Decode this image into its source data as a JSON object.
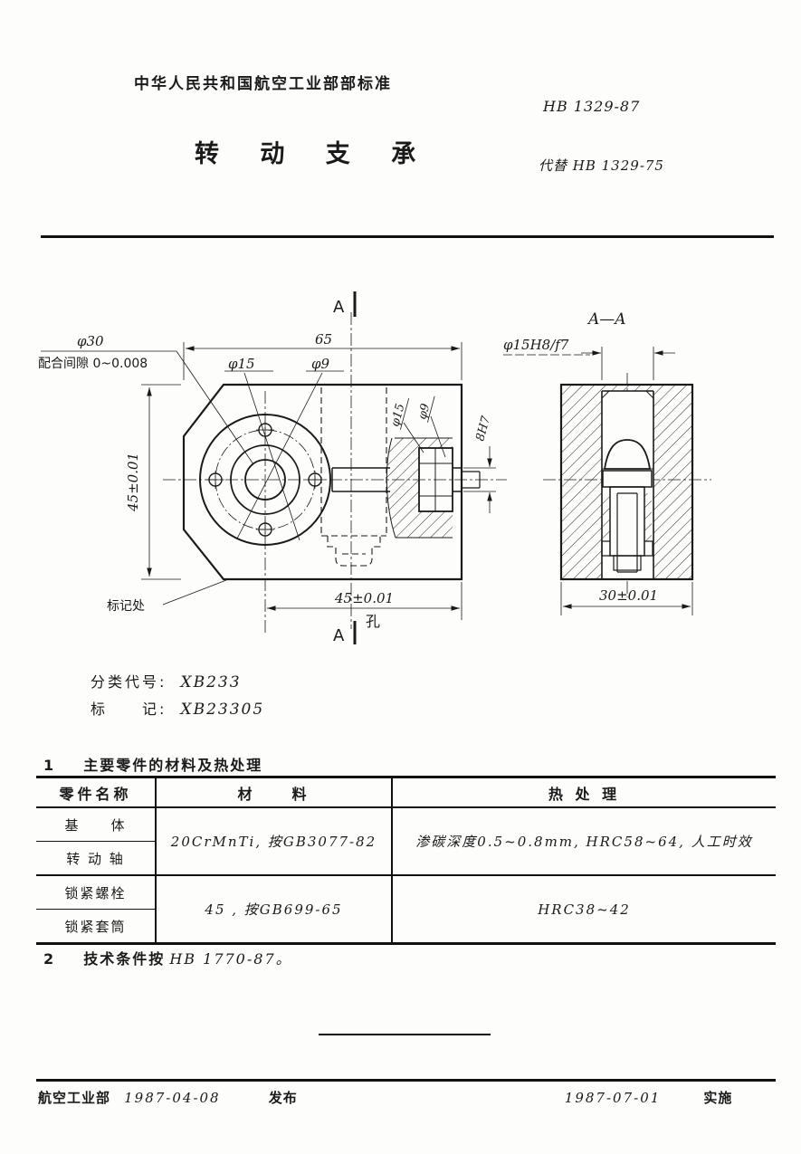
{
  "doc": {
    "header": {
      "standard_org": "中华人民共和国航空工业部部标准",
      "standard_no": "HB 1329-87",
      "title": "转 动 支 承",
      "replaces": "代替 HB 1329-75"
    },
    "drawing": {
      "section_marker_top": "A",
      "section_marker_bottom": "A",
      "section_title": "A—A",
      "labels": {
        "dia30": "φ30",
        "fit_clearance": "配合间隙 0~0.008",
        "dim65": "65",
        "dia15_top": "φ15",
        "dia9_top": "φ9",
        "dia15_side": "φ15",
        "dia9_side": "φ9",
        "hole8h7": "8H7",
        "dia15h8f7": "φ15H8/f7",
        "dim45_left": "45±0.01",
        "dim45_bottom": "45±0.01",
        "hole": "孔",
        "mark_place": "标记处",
        "dim30": "30±0.01"
      }
    },
    "classification": {
      "label": "分类代号:",
      "value": "XB233"
    },
    "marking": {
      "label": "标　　记:",
      "value": "XB23305"
    },
    "section1": {
      "no": "1",
      "title": "主要零件的材料及热处理"
    },
    "table": {
      "headers": [
        "零件名称",
        "材　　料",
        "热 处 理"
      ],
      "rows": [
        {
          "parts": [
            "基　　体",
            "转 动 轴"
          ],
          "material": "20CrMnTi, 按GB3077-82",
          "treatment": "渗碳深度0.5~0.8mm, HRC58~64, 人工时效"
        },
        {
          "parts": [
            "锁紧螺栓",
            "锁紧套筒"
          ],
          "material": "45 , 按GB699-65",
          "treatment": "HRC38~42"
        }
      ]
    },
    "section2": {
      "no": "2",
      "prefix": "技术条件按",
      "code": "HB 1770-87。"
    },
    "footer": {
      "issuer": "航空工业部",
      "issue_date": "1987-04-08",
      "issue_label": "发布",
      "impl_date": "1987-07-01",
      "impl_label": "实施"
    },
    "colors": {
      "ink": "#1a1a1a",
      "paper": "#fdfdfc"
    }
  }
}
